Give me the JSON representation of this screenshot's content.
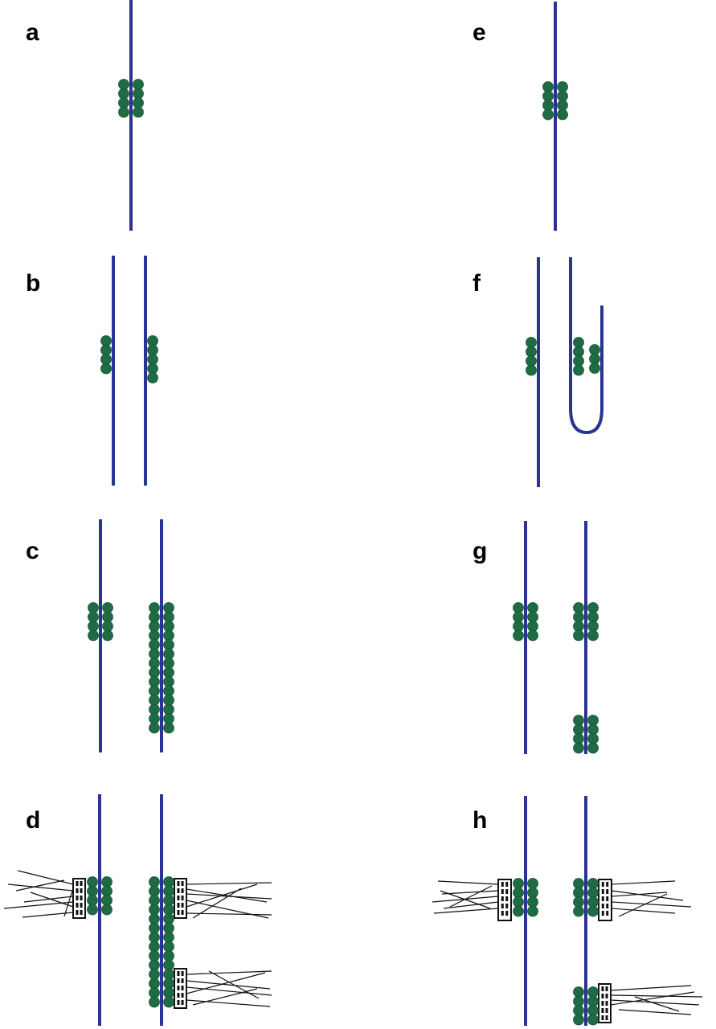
{
  "figure": {
    "panels": [
      {
        "label": "a",
        "description_key": "centromere-single"
      },
      {
        "label": "b",
        "description_key": "split-sisters"
      },
      {
        "label": "c",
        "description_key": "spread"
      },
      {
        "label": "d",
        "description_key": "kinetochores"
      },
      {
        "label": "e",
        "description_key": "centromere-single"
      },
      {
        "label": "f",
        "description_key": "fold"
      },
      {
        "label": "g",
        "description_key": "two-sites"
      },
      {
        "label": "h",
        "description_key": "kinetochores-two-sites"
      }
    ]
  },
  "colors": {
    "chromatid": "#2a3590",
    "protein": "#1f6b44",
    "protein_dark": "#17543a",
    "kinetochore": "#111111",
    "microtubule": "#111111",
    "background": "#ffffff"
  }
}
